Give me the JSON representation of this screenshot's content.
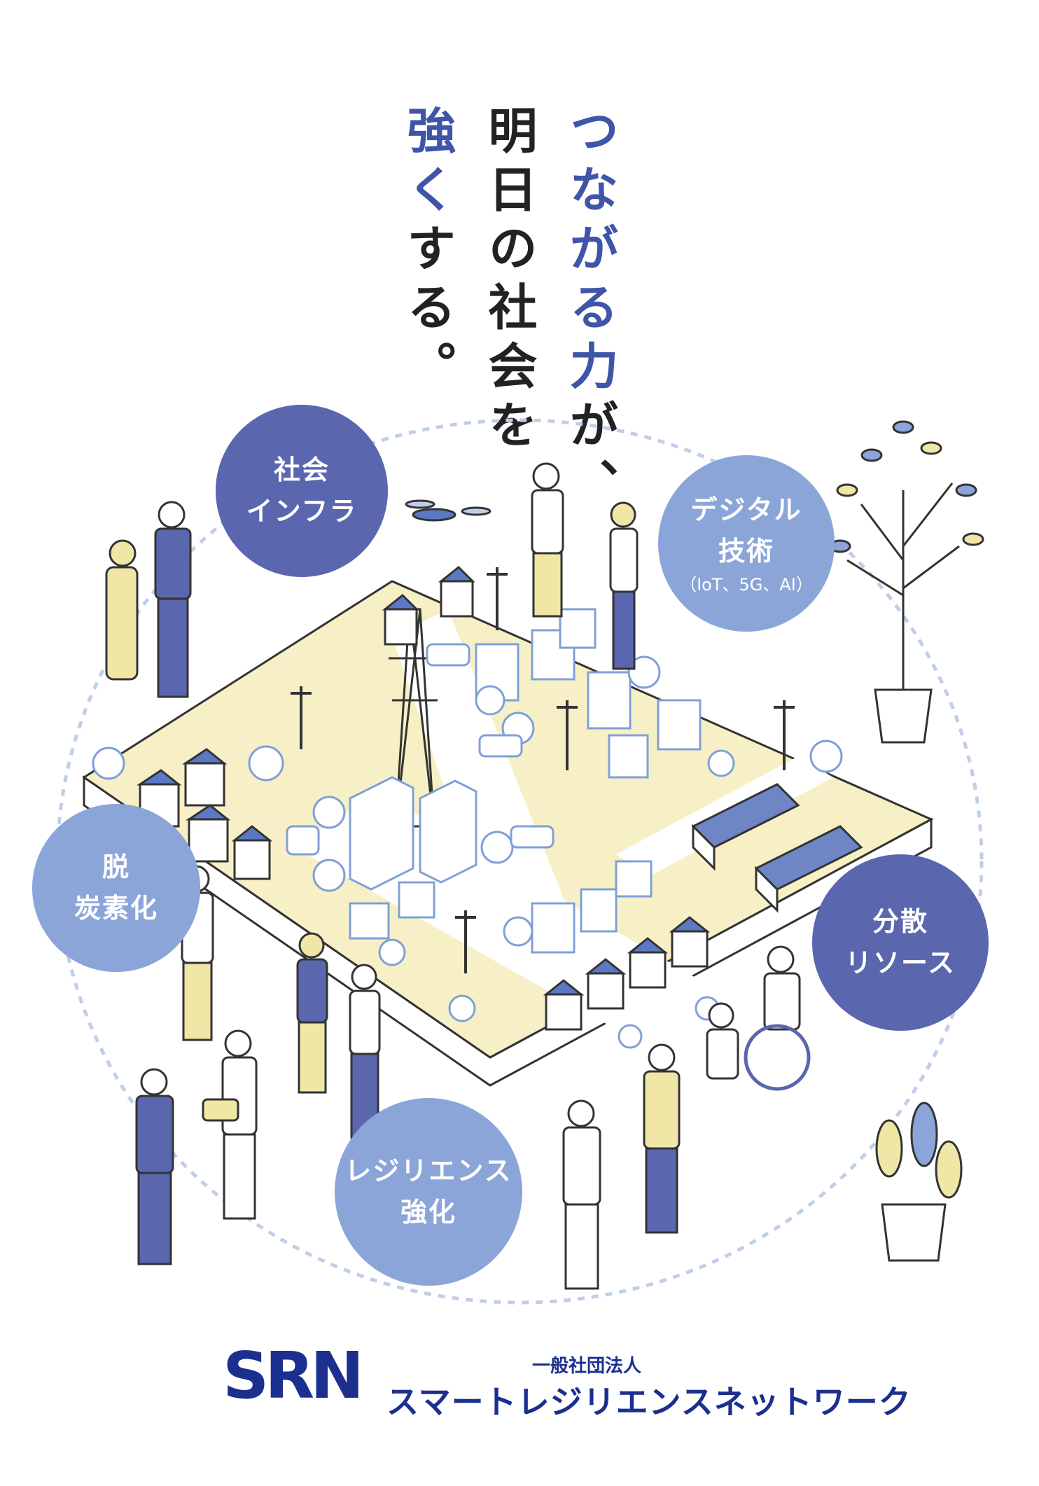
{
  "headline": {
    "col1": "つながる力が、",
    "col1_highlight": "つながる力",
    "col1_rest": "が、",
    "col2": "明日の社会を",
    "col3_highlight": "強く",
    "col3_rest": "する。"
  },
  "bubbles": [
    {
      "lines": [
        "社会",
        "インフラ"
      ],
      "color": "#5a66ad"
    },
    {
      "lines": [
        "デジタル",
        "技術"
      ],
      "sub": "（IoT、5G、AI）",
      "color": "#8ba5d9"
    },
    {
      "lines": [
        "脱",
        "炭素化"
      ],
      "color": "#8ba5d9"
    },
    {
      "lines": [
        "分散",
        "リソース"
      ],
      "color": "#5a66ad"
    },
    {
      "lines": [
        "レジリエンス",
        "強化"
      ],
      "color": "#8ba5d9"
    }
  ],
  "footer": {
    "logo_text": "SRN",
    "org_type": "一般社団法人",
    "org_name": "スマートレジリエンスネットワーク"
  },
  "colors": {
    "accent_blue": "#3f55a8",
    "bubble_dark": "#5a66ad",
    "bubble_light": "#8ba5d9",
    "ground_yellow": "#f7f0c6",
    "logo_navy": "#1c2f8f"
  }
}
